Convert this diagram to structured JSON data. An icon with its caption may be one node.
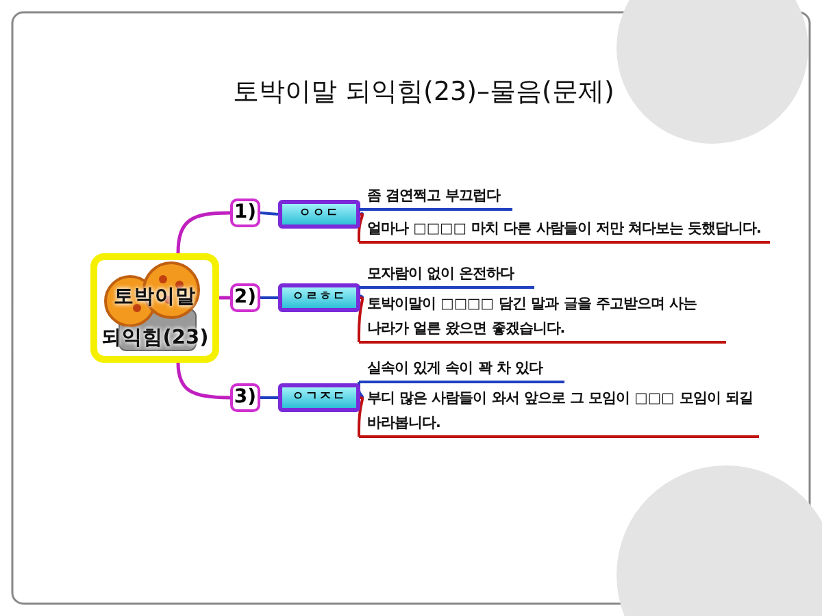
{
  "diagram": {
    "title": "토박이말 되익힘(23)–물음(문제)",
    "nodes": [
      {
        "text": [
          "토박이말 되익힘(23)"
        ]
      },
      {
        "text": [
          "1)"
        ]
      },
      {
        "text": [
          "2)"
        ]
      },
      {
        "text": [
          "3)"
        ]
      },
      {
        "text": [
          "ㅇㅇㄷ"
        ]
      },
      {
        "text": [
          "ㅇㄹㅎㄷ"
        ]
      },
      {
        "text": [
          "ㅇㄱㅈㄷ"
        ]
      },
      {
        "text": [
          "좀 겸연쩍고 부끄럽다"
        ]
      },
      {
        "text": [
          "얼마나 □□□□ 마치 다른 사람들이 저만 쳐다보는 듯했답니다."
        ]
      },
      {
        "text": [
          "모자람이 없이 온전하다"
        ]
      },
      {
        "text": [
          "토박이말이 □□□□ 담긴 말과 글을 주고받으며 사는 나라가 얼른 왔으면 좋겠습니다."
        ]
      },
      {
        "text": [
          "실속이 있게 속이 꽉 차 있다"
        ]
      },
      {
        "text": [
          "부디 많은 사람들이 와서 앞으로 그 모임이 □□□ 모임이 되길 바라봅니다."
        ]
      }
    ],
    "edges": [
      {
        "from": 0,
        "to": 1,
        "arrow": "none",
        "color": "#c020c0"
      },
      {
        "from": 0,
        "to": 2,
        "arrow": "none",
        "color": "#c020c0"
      },
      {
        "from": 0,
        "to": 3,
        "arrow": "none",
        "color": "#c020c0"
      },
      {
        "from": 1,
        "to": 4,
        "arrow": "none",
        "color": "#2040c0"
      },
      {
        "from": 2,
        "to": 5,
        "arrow": "none",
        "color": "#2040c0"
      },
      {
        "from": 3,
        "to": 6,
        "arrow": "none",
        "color": "#2040c0"
      },
      {
        "from": 4,
        "to": 7,
        "arrow": "none",
        "color": "#2040c0"
      },
      {
        "from": 4,
        "to": 8,
        "arrow": "none",
        "color": "#c01010"
      },
      {
        "from": 5,
        "to": 9,
        "arrow": "none",
        "color": "#2040c0"
      },
      {
        "from": 5,
        "to": 10,
        "arrow": "none",
        "color": "#c01010"
      },
      {
        "from": 6,
        "to": 11,
        "arrow": "none",
        "color": "#2040c0"
      },
      {
        "from": 6,
        "to": 12,
        "arrow": "none",
        "color": "#c01010"
      }
    ]
  }
}
